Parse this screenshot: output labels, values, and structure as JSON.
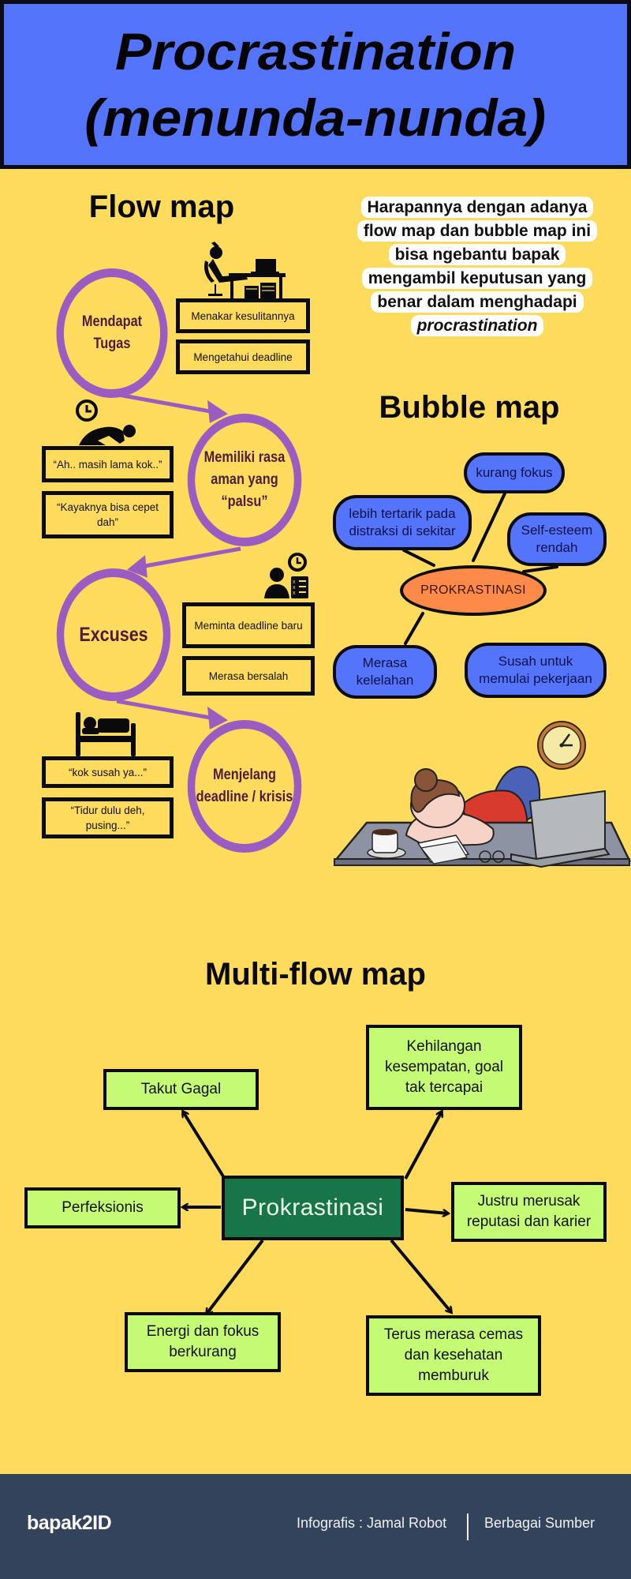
{
  "header": {
    "title_line1": "Procrastination",
    "title_line2": "(menunda-nunda)"
  },
  "flow_map": {
    "title": "Flow map",
    "steps": [
      {
        "label": "Mendapat Tugas",
        "icon": "person-relaxing-at-desk-icon",
        "notes": [
          "Menakar kesulitannya",
          "Mengetahui deadline"
        ]
      },
      {
        "label": "Memiliki rasa aman yang “palsu”",
        "icon": "person-lying-with-clock-icon",
        "notes": [
          "“Ah.. masih lama kok..”",
          "“Kayaknya bisa cepet dah”"
        ]
      },
      {
        "label": "Excuses",
        "icon": "person-with-schedule-checklist-icon",
        "notes": [
          "Meminta deadline baru",
          "Merasa bersalah"
        ]
      },
      {
        "label": "Menjelang deadline / krisis",
        "icon": "person-sleeping-in-bed-icon",
        "notes": [
          "“kok susah ya...”",
          "“Tidur dulu deh, pusing...”"
        ]
      }
    ],
    "colors": {
      "circle": "#9a5cc0",
      "circle_text": "#4e1c39"
    }
  },
  "note": {
    "lines": [
      "Harapannya dengan adanya",
      "flow map dan bubble map ini",
      "bisa ngebantu bapak",
      "mengambil keputusan yang",
      "benar dalam menghadapi"
    ],
    "emphasis": "procrastination"
  },
  "bubble_map": {
    "title": "Bubble map",
    "center": "PROKRASTINASI",
    "bubbles": [
      "kurang fokus",
      "lebih tertarik pada distraksi di sekitar",
      "Self-esteem rendah",
      "Merasa kelelahan",
      "Susah untuk memulai pekerjaan"
    ],
    "colors": {
      "bubble": "#5474fb",
      "center": "#fe8a4a"
    }
  },
  "illustration": {
    "name": "woman-asleep-at-desk-illustration",
    "elements": [
      "wall-clock",
      "coffee-cup",
      "papers",
      "glasses",
      "laptop"
    ]
  },
  "multi_flow_map": {
    "title": "Multi-flow map",
    "center": "Prokrastinasi",
    "causes": [
      "Takut Gagal",
      "Perfeksionis",
      "Energi dan fokus berkurang"
    ],
    "effects": [
      "Kehilangan kesempatan, goal tak tercapai",
      "Justru merusak reputasi dan karier",
      "Terus merasa cemas dan kesehatan memburuk"
    ],
    "colors": {
      "box": "#c5fb74",
      "center": "#187449"
    }
  },
  "footer": {
    "logo": "bapak2ID",
    "credit": "Infografis : Jamal Robot",
    "source": "Berbagai Sumber"
  },
  "colors": {
    "background": "#fedb5c",
    "header": "#5474fb",
    "footer": "#33435c"
  }
}
